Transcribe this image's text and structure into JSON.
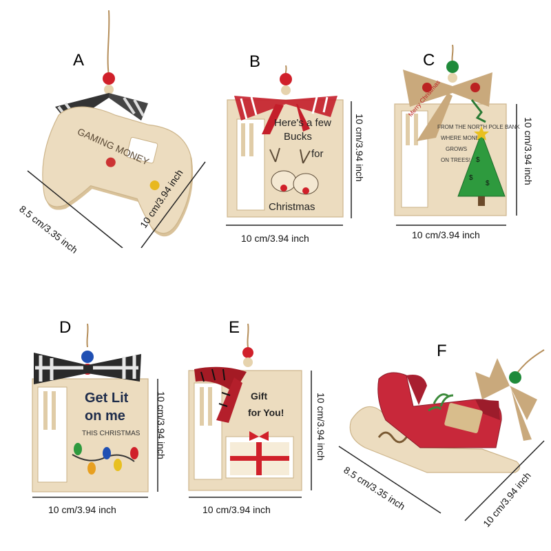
{
  "ornaments": [
    {
      "letter": "A",
      "engraving": "GAMING MONEY",
      "dim_horizontal": "8.5 cm/3.35 inch",
      "dim_vertical": "10 cm/3.94 inch"
    },
    {
      "letter": "B",
      "engraving_lines": [
        "Here's a few",
        "Bucks",
        "for",
        "Christmas"
      ],
      "dim_horizontal": "10 cm/3.94 inch",
      "dim_vertical": "10 cm/3.94 inch"
    },
    {
      "letter": "C",
      "engraving_lines": [
        "FROM THE NORTH POLE BANK",
        "WHERE MONEY",
        "GROWS",
        "ON TREES!"
      ],
      "ribbon_text": "Merry Christmas",
      "dim_horizontal": "10 cm/3.94 inch",
      "dim_vertical": "10 cm/3.94 inch"
    },
    {
      "letter": "D",
      "engraving_lines": [
        "Get Lit",
        "on me",
        "THIS CHRISTMAS"
      ],
      "dim_horizontal": "10 cm/3.94 inch",
      "dim_vertical": "10 cm/3.94 inch"
    },
    {
      "letter": "E",
      "engraving_lines": [
        "Gift",
        "for You!"
      ],
      "dim_horizontal": "10 cm/3.94 inch",
      "dim_vertical": "10 cm/3.94 inch"
    },
    {
      "letter": "F",
      "dim_horizontal": "8.5 cm/3.35 inch",
      "dim_vertical": "10 cm/3.94 inch"
    }
  ],
  "colors": {
    "wood": "#ecdcbf",
    "red_bead": "#d0202a",
    "green_bead": "#1f8a3a",
    "blue_bead": "#1f4fb3",
    "gingham_red": "#c41e2a",
    "plaid_black": "#222222",
    "sleigh_red": "#c8283a",
    "tree_green": "#2e9a3e",
    "burlap": "#c9a97c"
  }
}
